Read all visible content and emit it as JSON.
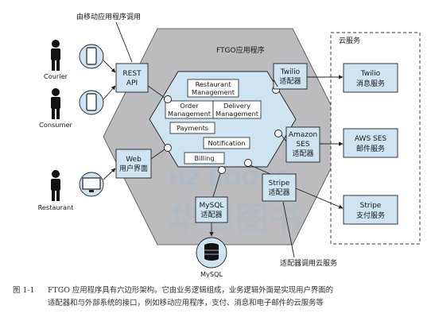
{
  "app_label": "FTGO应用程序",
  "top_annotation": "由移动应用程序调用",
  "bottom_annotation": "适配器调用云服务",
  "cloud_title": "云服务",
  "actors": [
    {
      "name": "Courier",
      "device": "phone"
    },
    {
      "name": "Consumer",
      "device": "phone"
    },
    {
      "name": "Restaurant",
      "device": "monitor"
    }
  ],
  "adapters": {
    "rest": [
      "REST",
      "API"
    ],
    "web": [
      "Web",
      "用户界面"
    ],
    "twilio": [
      "Twilio",
      "适配器"
    ],
    "ses": [
      "Amazon",
      "SES",
      "适配器"
    ],
    "stripe": [
      "Stripe",
      "适配器"
    ],
    "mysql": [
      "MySQL",
      "适配器"
    ]
  },
  "modules": {
    "restaurant": [
      "Restaurant",
      "Management"
    ],
    "order": [
      "Order",
      "Management"
    ],
    "delivery": [
      "Delivery",
      "Management"
    ],
    "payments": "Payments",
    "notification": "Notification",
    "billing": "Billing"
  },
  "cloud_services": {
    "twilio": [
      "Twilio",
      "消息服务"
    ],
    "ses": [
      "AWS SES",
      "邮件服务"
    ],
    "stripe": [
      "Stripe",
      "支付服务"
    ]
  },
  "database": "MySQL",
  "watermark": {
    "line1": "HZ BOOKS",
    "line2": "华章图书"
  },
  "caption": {
    "number": "图 1-1",
    "line1": "FTGO 应用程序具有六边形架构。它由业务逻辑组成，业务逻辑外面是实现用户界面的",
    "line2": "适配器和与外部系统的接口，例如移动应用程序，支付、消息和电子邮件的云服务等"
  },
  "colors": {
    "adapter_fill": "#cfe4f1",
    "outer_hex": "#bcbcbe",
    "inner_hex": "#cfe4f1"
  }
}
